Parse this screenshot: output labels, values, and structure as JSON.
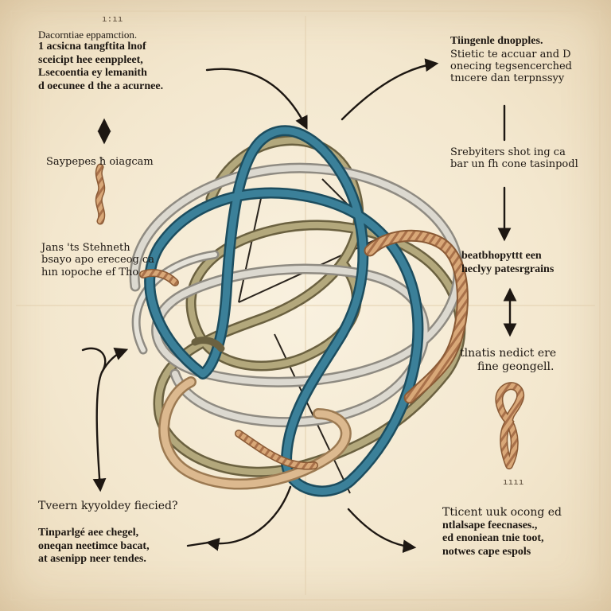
{
  "blocks": {
    "top_left": {
      "mark": "ı:ıı",
      "lines": [
        "Dacorntiae eppamction.",
        "1 acsicna tangftita lnof",
        "sceicipt hee eenppleet,",
        "Lsecoentia ey lemanith",
        "d oecunee d the a acurnee."
      ]
    },
    "left_label": "Saypepes ħ oiagcam",
    "left_mid": {
      "lines": [
        "Jans 'ts Stehneth",
        "bsayo apo ereceog ca",
        "hın ıopoche ef Tho"
      ]
    },
    "bottom_left": {
      "question": "Tveern kyyoldey fiecied?",
      "lines": [
        "Tinparlgé aee chegel,",
        "oneqan neetimce bacat,",
        "at asenipp neer tendes."
      ]
    },
    "top_right": {
      "lines": [
        "Tiingenle dnopples.",
        "Stietic te accuar and D",
        "onecing tegsencerched",
        "tnıcere dan terpnssyy"
      ]
    },
    "right_upper": {
      "lines": [
        "Srebyiters shot ing ca",
        "bar un fh cone tasinpodl"
      ]
    },
    "right_mid": {
      "lines": [
        "beatbhopyttt een",
        "heclyy patesrgrains"
      ]
    },
    "right_lower": {
      "lines": [
        "tlnatis nedict ere",
        "fine geongell."
      ]
    },
    "right_mark": "ıııı",
    "bottom_right": {
      "lines": [
        "Tticent uuk ocong ed",
        "ntlalsape feecnases.,",
        "ed enoniean tnie toot,",
        "notwes cape espols"
      ]
    }
  },
  "colors": {
    "background": "#f4e9d3",
    "teal_cord": "#2f6f86",
    "olive_cord": "#a59a6f",
    "silver_cord": "#c9c6bd",
    "rope": "#c99363",
    "ink": "#1d1712"
  }
}
